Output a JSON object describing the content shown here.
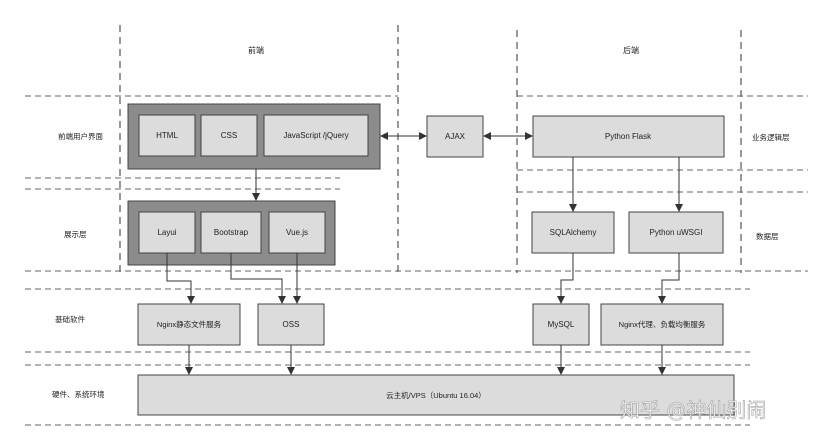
{
  "sections": {
    "frontend": "前端",
    "backend": "后端"
  },
  "rows": {
    "ui": "前端用户界面",
    "display": "展示层",
    "base_software": "基础软件",
    "hardware": "硬件、系统环境"
  },
  "right_labels": {
    "logic": "业务逻辑层",
    "data": "数据层"
  },
  "boxes": {
    "html": "HTML",
    "css": "CSS",
    "js": "JavaScript /jQuery",
    "ajax": "AJAX",
    "flask": "Python Flask",
    "layui": "Layui",
    "bootstrap": "Bootstrap",
    "vue": "Vue.js",
    "sqlalchemy": "SQLAlchemy",
    "uwsgi": "Python uWSGI",
    "nginx_static": "Nginx静态文件服务",
    "oss": "OSS",
    "mysql": "MySQL",
    "nginx_proxy": "Nginx代理、负载均衡服务",
    "server": "云主机/VPS（Ubuntu 16.04）"
  },
  "watermark": "知乎 @神仙别闹",
  "colors": {
    "box_fill": "#dcdcdc",
    "group_fill": "#8c8c8c",
    "line": "#333333",
    "dash": "#555555"
  }
}
